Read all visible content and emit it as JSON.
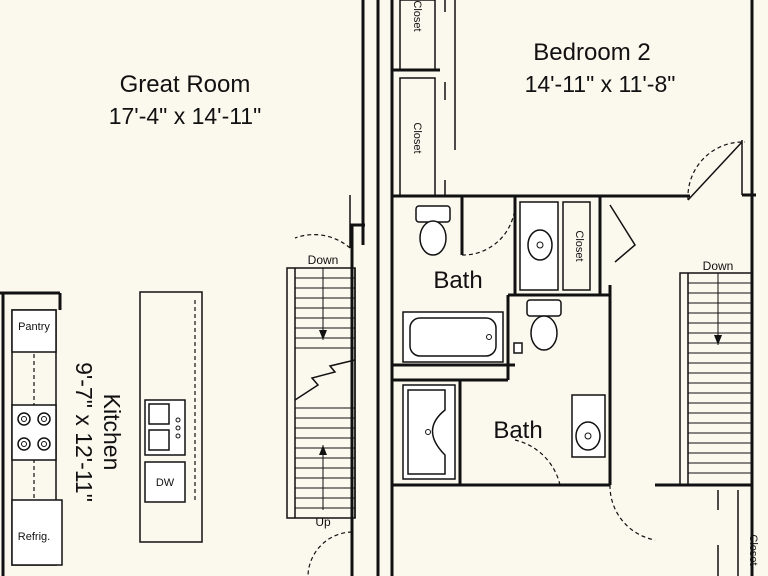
{
  "labels": {
    "great_room": "Great Room",
    "great_room_dim": "17'-4\" x 14'-11\"",
    "bedroom2": "Bedroom 2",
    "bedroom2_dim": "14'-11\" x 11'-8\"",
    "kitchen": "Kitchen",
    "kitchen_dim": "9'-7\" x 12'-11\"",
    "bath_upper": "Bath",
    "bath_lower": "Bath",
    "pantry": "Pantry",
    "dw": "DW",
    "refrig": "Refrig.",
    "closet_top": "Closet",
    "closet_mid": "Closet",
    "closet_bath": "Closet",
    "closet_bottom": "Closet",
    "stair_left_down": "Down",
    "stair_left_up": "Up",
    "stair_right_down": "Down"
  }
}
